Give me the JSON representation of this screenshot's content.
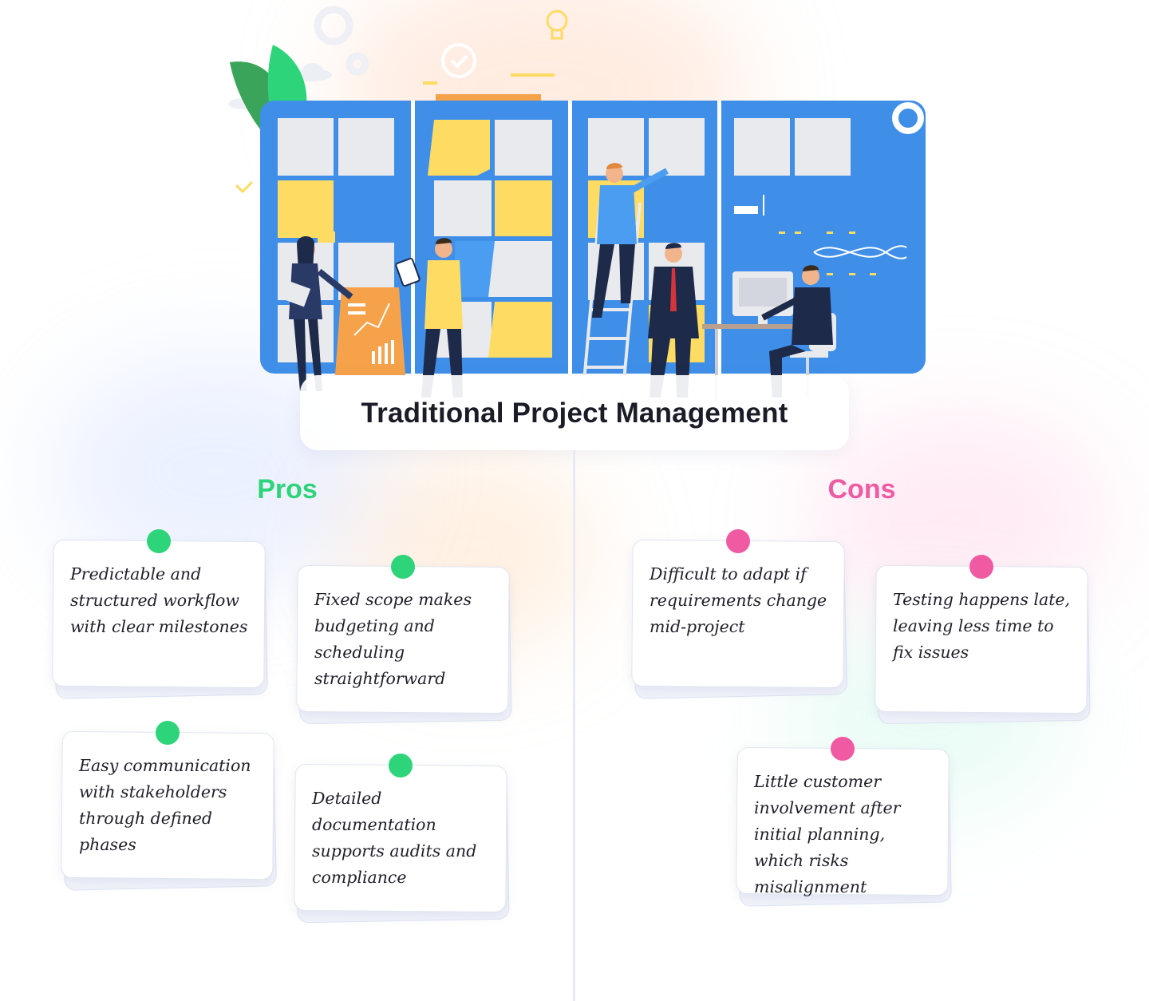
{
  "title": "Traditional Project Management",
  "pros": {
    "heading": "Pros",
    "items": [
      "Predictable and structured workflow with clear milestones",
      "Fixed scope makes budgeting and scheduling straightforward",
      "Easy communication with stakeholders through defined phases",
      "Detailed documentation supports audits and compliance"
    ]
  },
  "cons": {
    "heading": "Cons",
    "items": [
      "Difficult to adapt if requirements change mid-project",
      "Testing happens late, leaving less time to fix issues",
      "Little customer involvement after initial planning, which risks misalignment"
    ]
  },
  "colors": {
    "pros_accent": "#2ed47a",
    "cons_accent": "#ef5aa2",
    "board_blue": "#3f8ee8",
    "sticky_yellow": "#fedb62",
    "title_text": "#1c1c28"
  },
  "icons": [
    "gear-icon",
    "checkmark-circle-icon",
    "lightbulb-icon",
    "cloud-icon",
    "leaf-icon"
  ]
}
